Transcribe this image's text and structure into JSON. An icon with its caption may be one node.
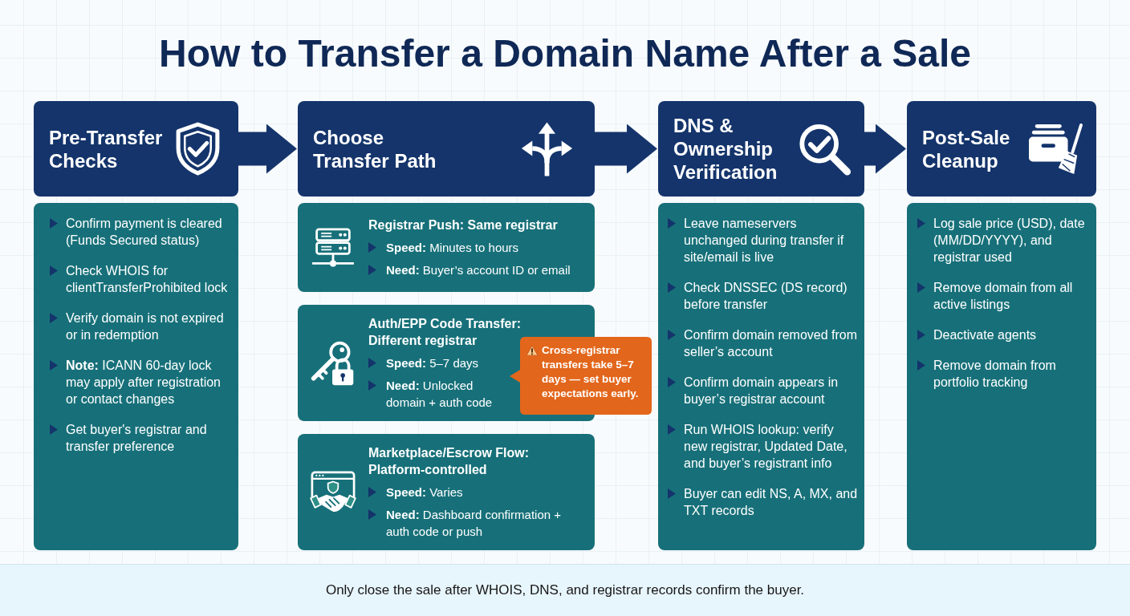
{
  "diagram": {
    "title": "How to Transfer a Domain Name After a Sale",
    "nodes": [
      {
        "text": [
          "Pre-Transfer Checks"
        ]
      },
      {
        "text": [
          "Confirm payment is cleared (Funds Secured status)",
          "Check WHOIS for clientTransferProhibited lock",
          "Verify domain is not expired or in redemption",
          "**Note:** ICANN 60-day lock may apply after registration or contact changes",
          "Get buyer's registrar and transfer preference"
        ]
      },
      {
        "text": [
          "Choose Transfer Path"
        ]
      },
      {
        "text": [
          "Registrar Push: Same registrar",
          "**Speed:** Minutes to hours",
          "**Need:** Buyer’s account ID or email"
        ]
      },
      {
        "text": [
          "Auth/EPP Code Transfer: Different registrar",
          "**Speed:** 5–7 days",
          "**Need:** Unlocked domain + auth code"
        ]
      },
      {
        "text": [
          "Cross-registrar transfers take 5–7 days — set buyer expectations early."
        ]
      },
      {
        "text": [
          "Marketplace/Escrow Flow: Platform-controlled",
          "**Speed:** Varies",
          "**Need:** Dashboard confirmation + auth code or push"
        ]
      },
      {
        "text": [
          "DNS & Ownership Verification"
        ]
      },
      {
        "text": [
          "Leave nameservers unchanged during transfer if site/email is live",
          "Check DNSSEC (DS record) before transfer",
          "Confirm domain removed from seller’s account",
          "Confirm domain appears in buyer’s registrar account",
          "Run WHOIS lookup: verify new registrar, Updated Date, and buyer’s registrant info",
          "Buyer can edit NS, A, MX, and TXT records"
        ]
      },
      {
        "text": [
          "Post-Sale Cleanup"
        ]
      },
      {
        "text": [
          "Log sale price (USD), date (MM/DD/YYYY), and registrar used",
          "Remove domain from all active listings",
          "Deactivate agents",
          "Remove domain from portfolio tracking"
        ]
      },
      {
        "text": [
          "Only close the sale after WHOIS, DNS, and registrar records confirm the buyer."
        ]
      }
    ],
    "edges": [
      {
        "from": 0,
        "to": 2,
        "arrow": "to"
      },
      {
        "from": 2,
        "to": 7,
        "arrow": "to"
      },
      {
        "from": 7,
        "to": 9,
        "arrow": "to"
      }
    ]
  }
}
